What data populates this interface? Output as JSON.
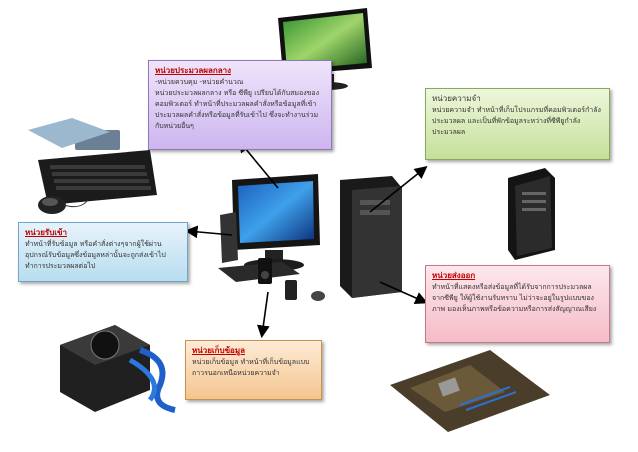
{
  "cpu": {
    "title": "หน่วยประมวลผลกลาง",
    "line1": "-หน่วยควบคุม   -หน่วยคำนวณ",
    "body": "หน่วยประมวลผลกลาง หรือ ซีพียู เปรียบได้กับสมองของคอมพิวเตอร์ ทำหน้าที่ประมวลผลคำสั่งหรือข้อมูลที่เข้าประมวลผลคำสั่งหรือข้อมูลที่รับเข้าไป ซึ่งจะทำงานร่วมกับหน่วยอื่นๆ"
  },
  "memory": {
    "title": "หน่วยความจำ",
    "body": "หน่วยความจำ ทำหน้าที่เก็บโปรแกรมที่คอมพิวเตอร์กำลังประมวลผล และเป็นที่พักข้อมูลระหว่างที่ซีพียูกำลังประมวลผล"
  },
  "input": {
    "title": "หน่วยรับเข้า",
    "body": "ทำหน้าที่รับข้อมูล หรือคำสั่งต่างๆจากผู้ใช้ผ่านอุปกรณ์รับข้อมูลซึ่งข้อมูลหล่านั้นจะถูกส่งเข้าไปทำการประมวลผลต่อไป"
  },
  "output": {
    "title": "หน่วยส่งออก",
    "body": "ทำหน้าที่แสดงหรือส่งข้อมูลที่ได้รับจากการประมวลผลจากซีพียู ให้ผู้ใช้งานรับทราบ ไม่ว่าจะอยู่ในรูปแบบของภาพ มองเห็นภาพหรือข้อความหรือการส่งสัญญาณเสียง"
  },
  "storage": {
    "title": "หน่วยเก็บข้อมูล",
    "body": "หน่วยเก็บข้อมูล ทำหน้าที่เก็บข้อมูลแบบถาวรนอกเหนือหน่วยความจำ"
  },
  "colors": {
    "cpu": "#cdb6ef",
    "memory": "#c5e09a",
    "input": "#b8ddf0",
    "output": "#f5bcc7",
    "storage": "#f5c58f",
    "title": "#c00000"
  },
  "illustrations": [
    "keyboard-icon",
    "mouse-icon",
    "monitor-icon",
    "tower-case-icon",
    "power-supply-icon",
    "motherboard-icon",
    "speaker-icon"
  ]
}
